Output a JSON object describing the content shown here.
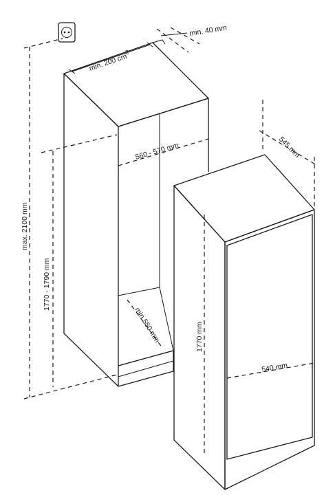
{
  "labels": {
    "min_vent": "min. 200 cm",
    "min_vent_sup": "2",
    "min_gap": "min. 40 mm",
    "max_height": "max. 2100 mm",
    "niche_height": "1770 - 1790 mm",
    "niche_width": "560 - 570 mm",
    "niche_depth": "min.550 mm",
    "unit_depth": "545 mm",
    "unit_height": "1770 mm",
    "unit_width": "540 mm"
  },
  "icons": {
    "socket": "power-socket-icon"
  },
  "colors": {
    "line": "#1a1a1a",
    "background": "#ffffff"
  }
}
